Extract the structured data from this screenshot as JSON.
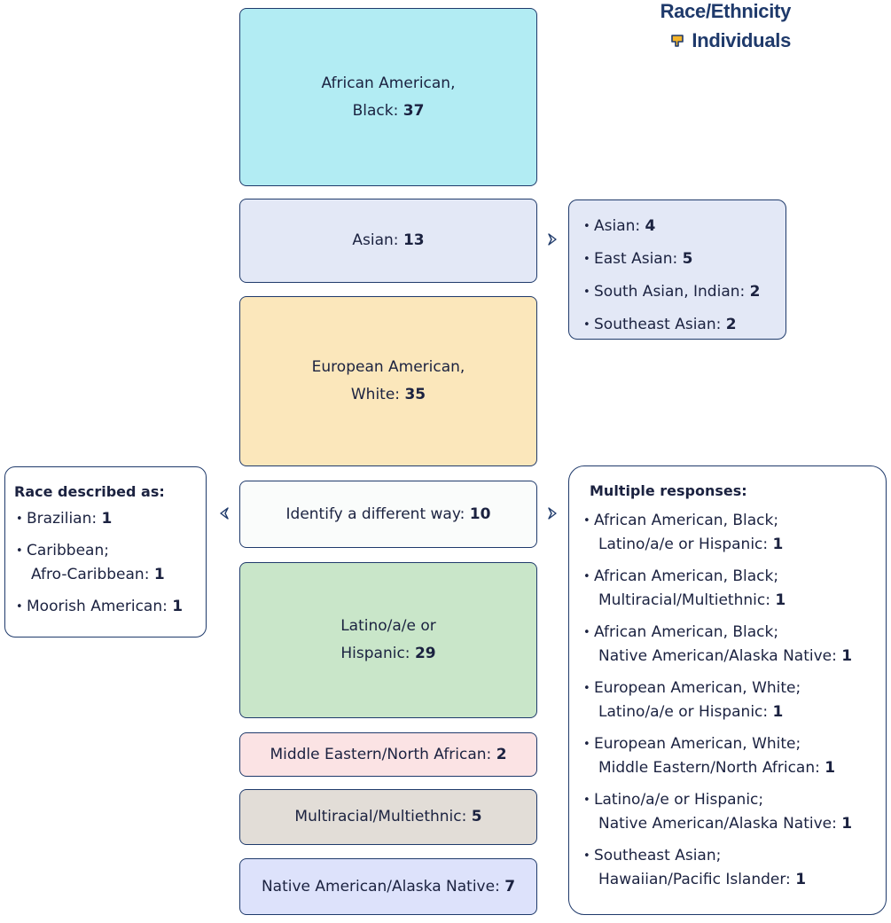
{
  "title": {
    "line1": "Race/Ethnicity",
    "line2": "Individuals"
  },
  "colors": {
    "border": "#1f3a6b",
    "legend_icon": "#f4b429"
  },
  "categories": [
    {
      "label_line1": "African American,",
      "label_line2": "Black:",
      "value": "37",
      "color": "#b2ecf3"
    },
    {
      "label_line1": "Asian:",
      "value": "13",
      "color": "#e3e8f6"
    },
    {
      "label_line1": "European American,",
      "label_line2": "White:",
      "value": "35",
      "color": "#fbe7bb"
    },
    {
      "label_line1": "Identify a different way:",
      "value": "10",
      "color": "#fafcfb"
    },
    {
      "label_line1": "Latino/a/e or",
      "label_line2": "Hispanic:",
      "value": "29",
      "color": "#c9e6c9"
    },
    {
      "label_line1": "Middle Eastern/North African:",
      "value": "2",
      "color": "#fbe3e4"
    },
    {
      "label_line1": "Multiracial/Multiethnic:",
      "value": "5",
      "color": "#e2ddd7"
    },
    {
      "label_line1": "Native American/Alaska Native:",
      "value": "7",
      "color": "#dde2fb"
    }
  ],
  "asian_breakdown": {
    "items": [
      {
        "label": "Asian:",
        "value": "4"
      },
      {
        "label": "East Asian:",
        "value": "5"
      },
      {
        "label": "South Asian, Indian:",
        "value": "2"
      },
      {
        "label": "Southeast Asian:",
        "value": "2"
      }
    ]
  },
  "race_described": {
    "heading": "Race described as:",
    "items": [
      {
        "line1": "Brazilian:",
        "value": "1"
      },
      {
        "line1": "Caribbean;",
        "line2": "Afro-Caribbean:",
        "value": "1"
      },
      {
        "line1": "Moorish American:",
        "value": "1"
      }
    ]
  },
  "multiple_responses": {
    "heading": "Multiple responses:",
    "items": [
      {
        "line1": "African American, Black;",
        "line2": "Latino/a/e or Hispanic:",
        "value": "1"
      },
      {
        "line1": "African American, Black;",
        "line2": "Multiracial/Multiethnic:",
        "value": "1"
      },
      {
        "line1": "African American, Black;",
        "line2": "Native American/Alaska Native:",
        "value": "1"
      },
      {
        "line1": "European American, White;",
        "line2": "Latino/a/e or Hispanic:",
        "value": "1"
      },
      {
        "line1": "European American, White;",
        "line2": "Middle Eastern/North African:",
        "value": "1"
      },
      {
        "line1": "Latino/a/e or Hispanic;",
        "line2": "Native American/Alaska Native:",
        "value": "1"
      },
      {
        "line1": "Southeast Asian;",
        "line2": "Hawaiian/Pacific Islander:",
        "value": "1"
      }
    ]
  }
}
